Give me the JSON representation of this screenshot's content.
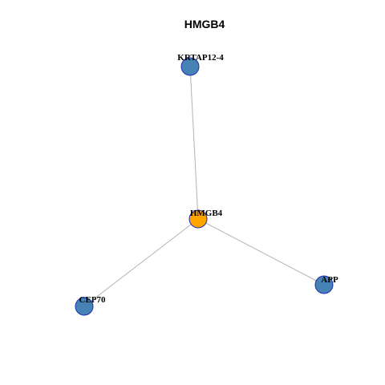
{
  "title": "HMGB4",
  "colors": {
    "hub": "#ffa500",
    "neighbor": "#4682b4",
    "node_border": "#1a2fb0",
    "edge": "#b3b3b3"
  },
  "nodes": [
    {
      "id": "HMGB4",
      "label": "HMGB4",
      "role": "hub"
    },
    {
      "id": "KRTAP12-4",
      "label": "KRTAP12-4",
      "role": "neighbor"
    },
    {
      "id": "CEP70",
      "label": "CEP70",
      "role": "neighbor"
    },
    {
      "id": "APP",
      "label": "APP",
      "role": "neighbor"
    }
  ],
  "edges": [
    {
      "source": "HMGB4",
      "target": "KRTAP12-4"
    },
    {
      "source": "HMGB4",
      "target": "CEP70"
    },
    {
      "source": "HMGB4",
      "target": "APP"
    }
  ]
}
